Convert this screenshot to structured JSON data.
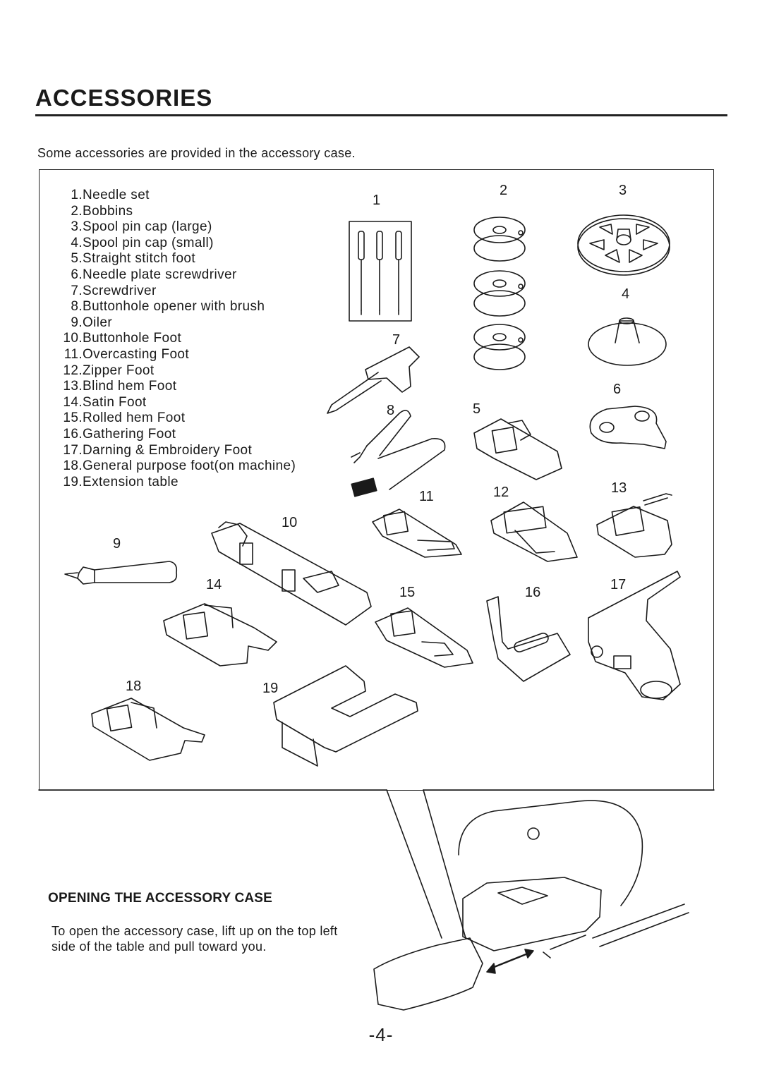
{
  "page": {
    "title": "ACCESSORIES",
    "intro": "Some accessories are provided in the accessory case.",
    "page_number": "-4-"
  },
  "accessories": [
    {
      "num": "1.",
      "name": "Needle set"
    },
    {
      "num": "2.",
      "name": "Bobbins"
    },
    {
      "num": "3.",
      "name": "Spool pin cap (large)"
    },
    {
      "num": "4.",
      "name": "Spool pin cap (small)"
    },
    {
      "num": "5.",
      "name": "Straight stitch foot"
    },
    {
      "num": "6.",
      "name": "Needle plate screwdriver"
    },
    {
      "num": "7.",
      "name": "Screwdriver"
    },
    {
      "num": "8.",
      "name": "Buttonhole opener with brush"
    },
    {
      "num": "9.",
      "name": "Oiler"
    },
    {
      "num": "10.",
      "name": "Buttonhole Foot"
    },
    {
      "num": "11.",
      "name": "Overcasting Foot"
    },
    {
      "num": "12.",
      "name": "Zipper Foot"
    },
    {
      "num": "13.",
      "name": "Blind hem Foot"
    },
    {
      "num": "14.",
      "name": "Satin Foot"
    },
    {
      "num": "15.",
      "name": "Rolled hem Foot"
    },
    {
      "num": "16.",
      "name": "Gathering Foot"
    },
    {
      "num": "17.",
      "name": "Darning & Embroidery Foot"
    },
    {
      "num": "18.",
      "name": "General purpose foot(on machine)"
    },
    {
      "num": "19.",
      "name": "Extension table"
    }
  ],
  "figure_labels": {
    "n1": "1",
    "n2": "2",
    "n3": "3",
    "n4": "4",
    "n5": "5",
    "n6": "6",
    "n7": "7",
    "n8": "8",
    "n9": "9",
    "n10": "10",
    "n11": "11",
    "n12": "12",
    "n13": "13",
    "n14": "14",
    "n15": "15",
    "n16": "16",
    "n17": "17",
    "n18": "18",
    "n19": "19"
  },
  "opening": {
    "title": "OPENING THE ACCESSORY CASE",
    "text": "To open the accessory case, lift up on the top left side of the table and pull toward you."
  },
  "style": {
    "ink": "#1a1a1a",
    "background": "#ffffff"
  }
}
